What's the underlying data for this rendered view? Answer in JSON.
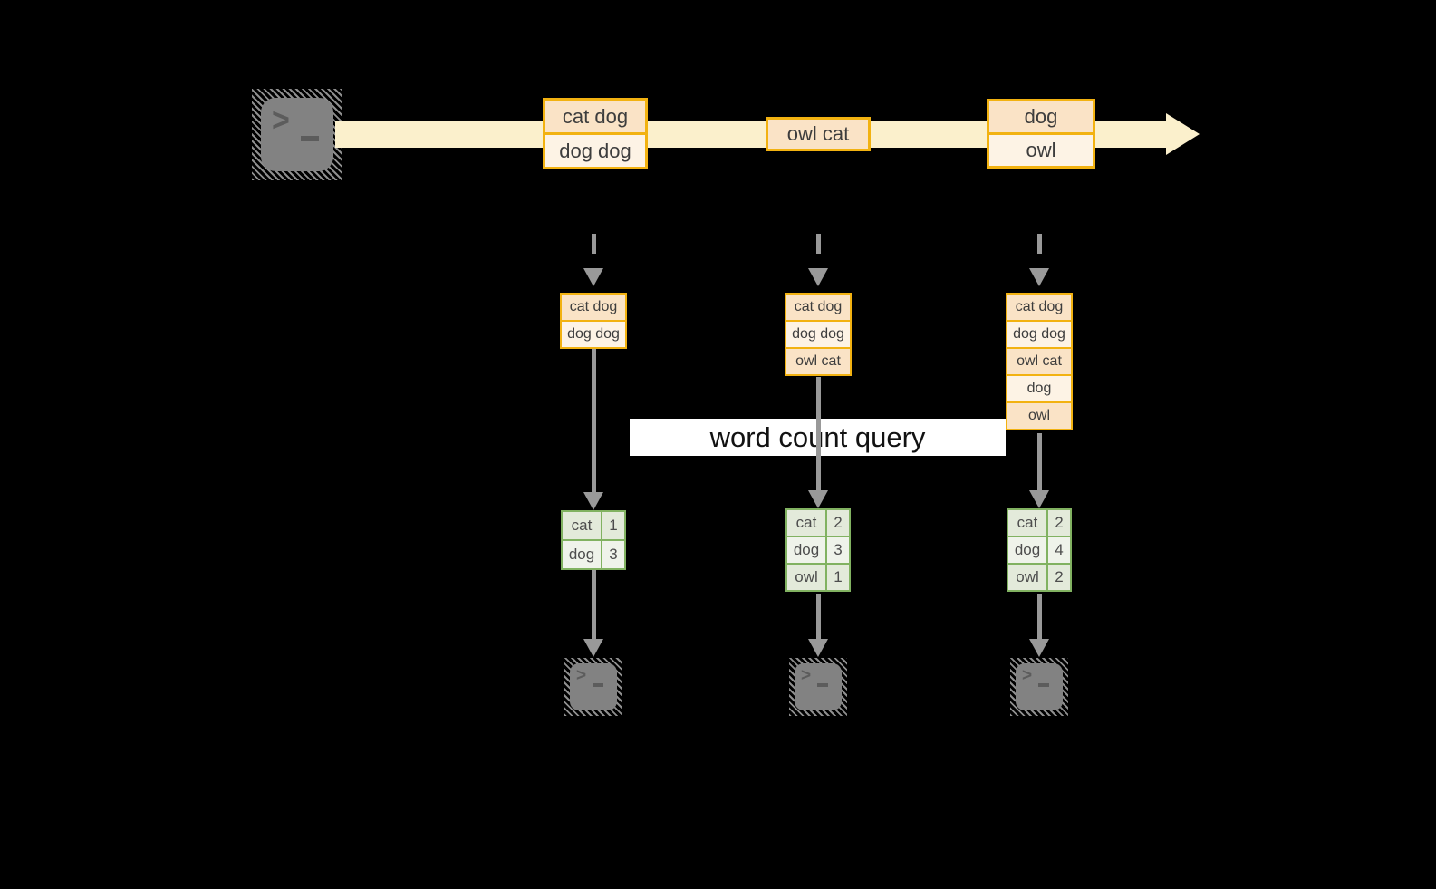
{
  "banner": {
    "label": "word count query"
  },
  "terminal": {
    "prompt": ">"
  },
  "stream": {
    "groups": [
      [
        "cat dog",
        "dog dog"
      ],
      [
        "owl cat"
      ],
      [
        "dog",
        "owl"
      ]
    ]
  },
  "columns": [
    {
      "buffer": [
        "cat dog",
        "dog dog"
      ],
      "counts": [
        {
          "word": "cat",
          "count": "1"
        },
        {
          "word": "dog",
          "count": "3"
        }
      ]
    },
    {
      "buffer": [
        "cat dog",
        "dog dog",
        "owl cat"
      ],
      "counts": [
        {
          "word": "cat",
          "count": "2"
        },
        {
          "word": "dog",
          "count": "3"
        },
        {
          "word": "owl",
          "count": "1"
        }
      ]
    },
    {
      "buffer": [
        "cat dog",
        "dog dog",
        "owl cat",
        "dog",
        "owl"
      ],
      "counts": [
        {
          "word": "cat",
          "count": "2"
        },
        {
          "word": "dog",
          "count": "4"
        },
        {
          "word": "owl",
          "count": "2"
        }
      ]
    }
  ],
  "colors": {
    "background": "#000000",
    "stream_band": "#fbf0cc",
    "message_border": "#f2b211",
    "message_fill_dark": "#fae3c6",
    "message_fill_light": "#fdf3e5",
    "table_border": "#81b261",
    "table_fill_dark": "#e3eada",
    "table_fill_light": "#eff3ea",
    "arrow_gray": "#999999",
    "terminal_gray": "#828282",
    "terminal_glyph": "#5c5c5c",
    "text": "#3d3d3d",
    "banner_bg": "#ffffff",
    "banner_text": "#121212"
  }
}
